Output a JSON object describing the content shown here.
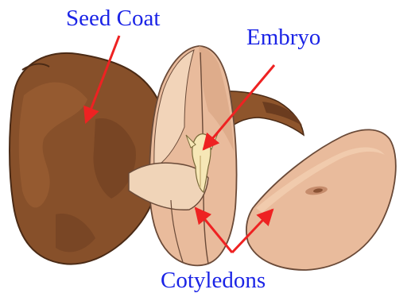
{
  "labels": {
    "seed_coat": "Seed Coat",
    "embryo": "Embryo",
    "cotyledons": "Cotyledons"
  },
  "colors": {
    "label_text": "#1b24e6",
    "pointer_arrow": "#ee2222",
    "seed_coat_brown": "#87502a",
    "seed_coat_dark": "#6b3c1f",
    "cotyledon_pink": "#e9bb9c",
    "cotyledon_light": "#f1d2b6",
    "embryo_cream": "#f6e7b6",
    "outline": "#5a3a28"
  }
}
